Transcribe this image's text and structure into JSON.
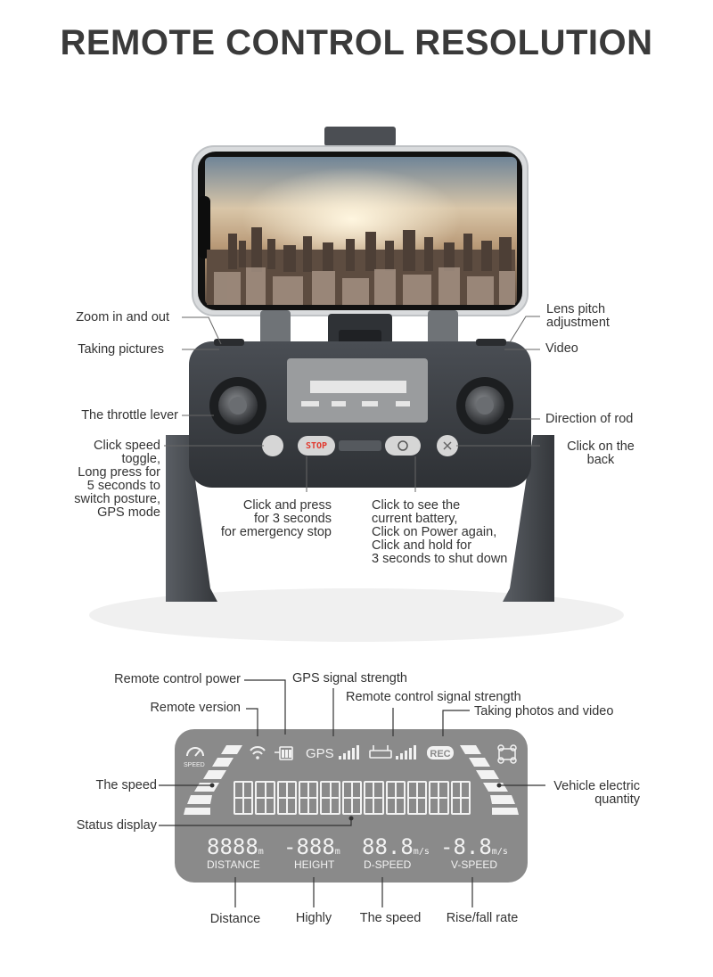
{
  "title": "REMOTE CONTROL RESOLUTION",
  "controller": {
    "zoom_in_out": "Zoom in and out",
    "taking_pictures": "Taking pictures",
    "throttle_lever": "The throttle lever",
    "speed_toggle": [
      "Click speed",
      "toggle,",
      "Long press for",
      "5 seconds to",
      "switch posture,",
      "GPS mode"
    ],
    "emergency_stop": [
      "Click and press",
      "for 3 seconds",
      "for emergency stop"
    ],
    "power": [
      "Click to see the",
      "current battery,",
      "Click on Power again,",
      "Click and hold for",
      "3 seconds to shut down"
    ],
    "lens_pitch": [
      "Lens pitch",
      "adjustment"
    ],
    "video": "Video",
    "direction_of_rod": "Direction of rod",
    "click_back": [
      "Click on the",
      "back"
    ],
    "stop_button": "STOP"
  },
  "display_labels": {
    "remote_power": "Remote control power",
    "gps_strength": "GPS signal strength",
    "remote_signal": "Remote control signal strength",
    "remote_version": "Remote version",
    "photos_video": "Taking photos and video",
    "the_speed_left": "The speed",
    "vehicle_quantity": [
      "Vehicle electric",
      "quantity"
    ],
    "status_display": "Status display",
    "distance": "Distance",
    "highly": "Highly",
    "the_speed_bottom": "The speed",
    "rise_fall": "Rise/fall rate"
  },
  "lcd": {
    "speed_badge": "SPEED",
    "gps": "GPS",
    "rec": "REC",
    "distance_value": "8888",
    "distance_unit": "m",
    "distance_label": "DISTANCE",
    "height_value": "-888",
    "height_unit": "m",
    "height_label": "HEIGHT",
    "dspeed_value": "88.8",
    "dspeed_unit": "m/s",
    "dspeed_label": "D-SPEED",
    "vspeed_value": "-8.8",
    "vspeed_unit": "m/s",
    "vspeed_label": "V-SPEED"
  },
  "colors": {
    "body": "#3c3f44",
    "lcd": "#8a8a8a",
    "accent": "#e23a2f"
  }
}
